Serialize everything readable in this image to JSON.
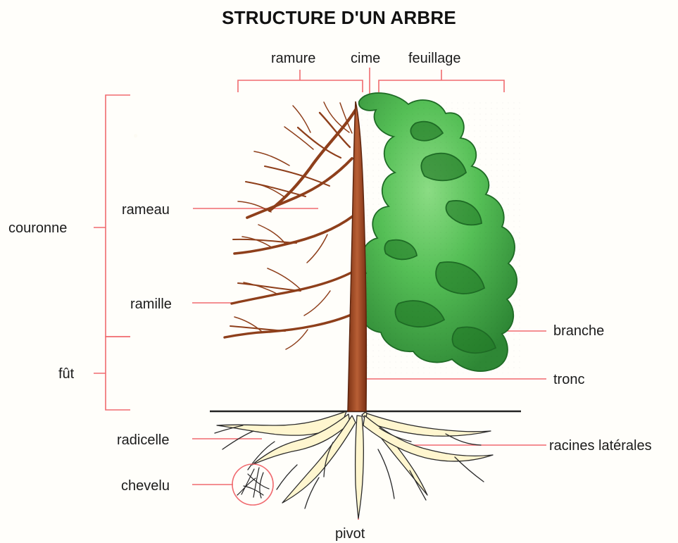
{
  "title": "STRUCTURE D'UN ARBRE",
  "labels": {
    "ramure": "ramure",
    "cime": "cime",
    "feuillage": "feuillage",
    "couronne": "couronne",
    "fut": "fût",
    "rameau": "rameau",
    "ramille": "ramille",
    "branche": "branche",
    "tronc": "tronc",
    "radicelle": "radicelle",
    "chevelu": "chevelu",
    "racines_laterales": "racines latérales",
    "pivot": "pivot"
  },
  "colors": {
    "leader_line": "#f06a6f",
    "trunk": "#8e3f1b",
    "trunk_highlight": "#c97a46",
    "foliage_dark": "#2f8a34",
    "foliage_mid": "#4fbe55",
    "foliage_light": "#8fdf83",
    "roots": "#fff4c8",
    "root_outline": "#2a2a2a",
    "ground": "#222222"
  }
}
